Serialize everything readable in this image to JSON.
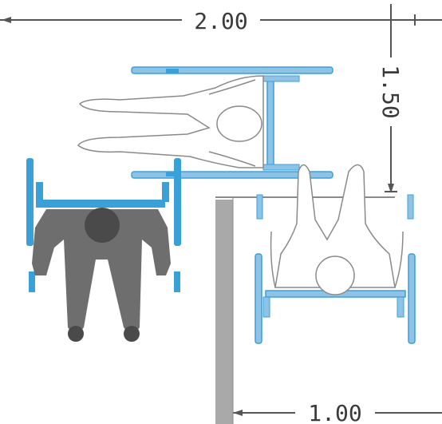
{
  "dimensions": {
    "top_width": "2.00",
    "right_depth": "1.50",
    "bottom_width": "1.00"
  },
  "colors": {
    "wheelchair_blue": "#3aa0d8",
    "wheelchair_blue_light": "#8fc3e6",
    "person_gray": "#6e6e6e",
    "person_dark": "#4a4a4a",
    "wall_gray": "#a9a9a9",
    "outline": "#8a8a8a",
    "dimension_line": "#555555"
  }
}
